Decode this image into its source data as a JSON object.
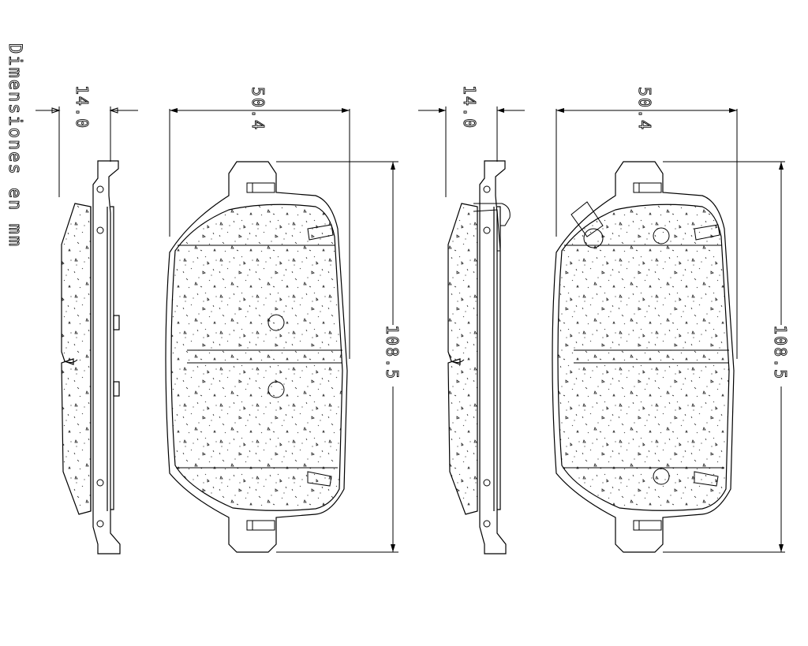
{
  "units_label": "Dimensiones en mm",
  "dimensions": {
    "left_thickness": "14.0",
    "left_width": "50.4",
    "left_height": "108.5",
    "right_thickness": "14.0",
    "right_width": "50.4",
    "right_height": "108.5"
  }
}
